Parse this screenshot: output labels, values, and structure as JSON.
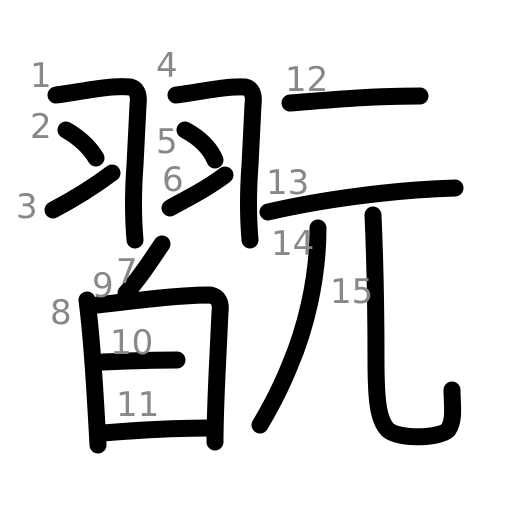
{
  "colors": {
    "stroke": "#000000",
    "number": "#888888",
    "background": "#ffffff"
  },
  "strokes": [
    {
      "n": "1"
    },
    {
      "n": "2"
    },
    {
      "n": "3"
    },
    {
      "n": "4"
    },
    {
      "n": "5"
    },
    {
      "n": "6"
    },
    {
      "n": "7"
    },
    {
      "n": "8"
    },
    {
      "n": "9"
    },
    {
      "n": "10"
    },
    {
      "n": "11"
    },
    {
      "n": "12"
    },
    {
      "n": "13"
    },
    {
      "n": "14"
    },
    {
      "n": "15"
    }
  ]
}
